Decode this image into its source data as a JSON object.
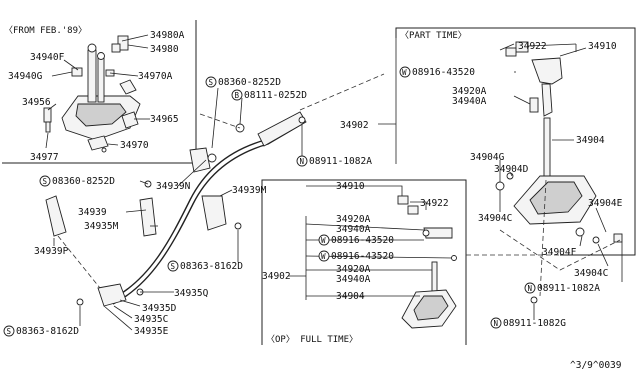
{
  "sections": {
    "from_feb89": "〈FROM FEB.'89〉",
    "part_time": "〈PART TIME〉",
    "full_time": "〈OP〉 FULL TIME〉"
  },
  "parts": {
    "p34980A": "34980A",
    "p34980": "34980",
    "p34940F": "34940F",
    "p34970A": "34970A",
    "p34940G": "34940G",
    "p34956": "34956",
    "p34965": "34965",
    "p34970": "34970",
    "p34977": "34977",
    "s08360_a": "08360-8252D",
    "b08111": "08111-0252D",
    "s08360_b": "08360-8252D",
    "p34939N": "34939N",
    "p34939M": "34939M",
    "p34939": "34939",
    "p34935M": "34935M",
    "p34939P": "34939P",
    "s08363_a": "08363-8162D",
    "p34935Q": "34935Q",
    "p34935D": "34935D",
    "p34935C": "34935C",
    "s08363_b": "08363-8162D",
    "p34935E": "34935E",
    "p34902_main": "34902",
    "n08911_a": "08911-1082A",
    "p34910_pt": "34910",
    "p34922_pt": "34922",
    "w08916_pt": "08916-43520",
    "p34920A_pt": "34920A",
    "p34940A_pt": "34940A",
    "p34904": "34904",
    "p34904G": "34904G",
    "p34904D": "34904D",
    "p34904C_a": "34904C",
    "p34904E": "34904E",
    "p34904F": "34904F",
    "p34904C_b": "34904C",
    "n08911_b": "08911-1082A",
    "n08911_c": "08911-1082G",
    "p34910_ft": "34910",
    "p34922_ft": "34922",
    "p34920A_ft": "34920A",
    "p34940A_ft": "34940A",
    "w08916_ft_a": "08916-43520",
    "w08916_ft_b": "08916-43520",
    "p34902_ft": "34902",
    "p34920A_ft2": "34920A",
    "p34940A_ft2": "34940A",
    "p34904_ft": "34904"
  },
  "prefix": {
    "S": "S",
    "B": "B",
    "N": "N",
    "W": "W"
  },
  "footer_code": "^3/9^0039"
}
